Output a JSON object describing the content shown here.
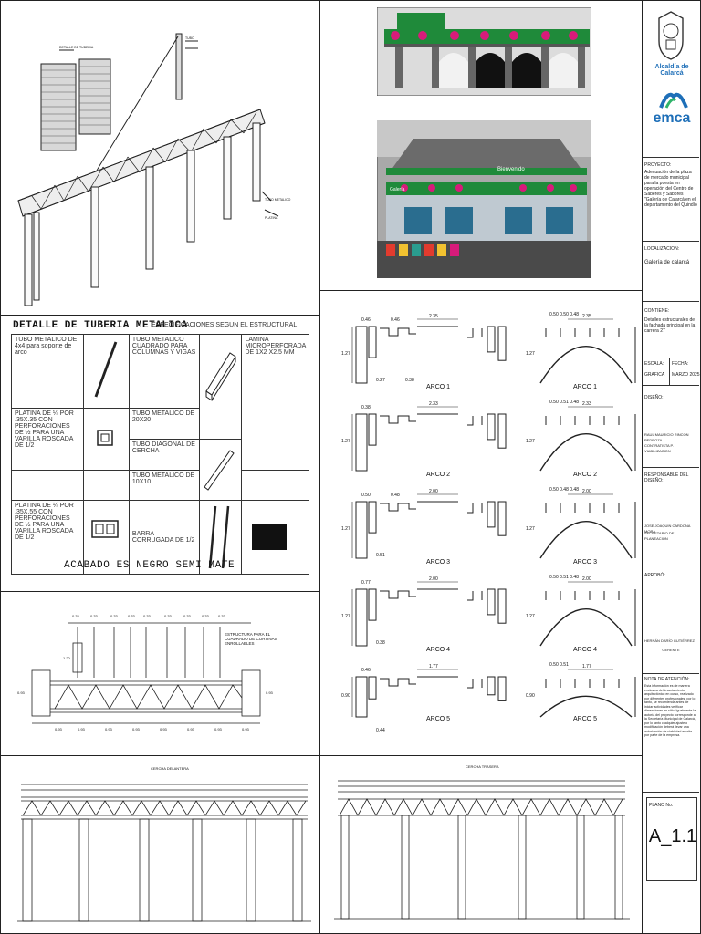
{
  "sheet": {
    "detail_title": "DETALLE DE TUBERIA METALICA",
    "spec_note": "ESPECIFICACIONES SEGUN EL ESTRUCTURAL",
    "finish_note": "ACABADO ES NEGRO SEMI MATE",
    "spec_table": {
      "tubo_arco": "TUBO METALICO DE 4x4 para soporte de arco",
      "tubo_cuadrado": "TUBO METALICO CUADRADO PARA COLUMNAS Y VIGAS",
      "tubo_20": "TUBO METALICO DE 20X20",
      "lamina": "LAMINA MICROPERFORADA DE 1X2 X2.5 MM",
      "platina_1": "PLATINA DE ¼ POR .35X.35 CON PERFORACIONES DE ½ PARA UNA VARILLA ROSCADA DE 1/2",
      "tubo_diagonal": "TUBO DIAGONAL DE CERCHA",
      "tubo_10": "TUBO METALICO DE 10X10",
      "platina_2": "PLATINA DE ¼ POR .35X.55 CON PERFORACIONES DE ½ PARA UNA VARILLA ROSCADA DE 1/2",
      "barra": "BARRA CORRUGADA DE 1/2"
    },
    "estructura_note": "ESTRUCTURA PARA EL CUADRADO DE CORTINAS ENROLLABLES",
    "vista_1": "CERCHA DELANTERA",
    "vista_2": "CERCHA TRASERA",
    "render_labels": [
      "Bienvenido",
      "Galería"
    ],
    "arcos": [
      {
        "label": "ARCO 1",
        "dim_top": "2.35",
        "dim_left": "1.27",
        "small": [
          "0.46",
          "0.27",
          "0.46",
          "0.38"
        ],
        "right_top": [
          "0.50",
          "0.50",
          "0.48"
        ],
        "right_span": "2.35",
        "right_h": "1.27"
      },
      {
        "label": "ARCO 2",
        "dim_top": "2.33",
        "dim_left": "1.27",
        "small": [
          "0.38"
        ],
        "right_top": [
          "0.50",
          "0.51",
          "0.48"
        ],
        "right_span": "2.33",
        "right_h": "1.27"
      },
      {
        "label": "ARCO 3",
        "dim_top": "2.00",
        "dim_left": "1.27",
        "small": [
          "0.50",
          "0.51",
          "0.48"
        ],
        "right_top": [
          "0.50",
          "0.48",
          "0.48"
        ],
        "right_span": "2.00",
        "right_h": "1.27"
      },
      {
        "label": "ARCO 4",
        "dim_top": "2.00",
        "dim_left": "1.27",
        "small": [
          "0.77",
          "0.38"
        ],
        "right_top": [
          "0.50",
          "0.51",
          "0.48"
        ],
        "right_span": "2.00",
        "right_h": "1.27"
      },
      {
        "label": "ARCO 5",
        "dim_top": "1.77",
        "dim_left": "0.90",
        "small": [
          "0.46",
          "0.44"
        ],
        "right_top": [
          "0.50",
          "0.51"
        ],
        "right_span": "1.77",
        "right_h": "0.90"
      }
    ]
  },
  "title_block": {
    "entity": "Alcaldía de Calarcá",
    "logo_text": "emca",
    "proyecto_h": "PROYECTO:",
    "proyecto": "Adecuación de la plaza de mercado municipal para la puesta en operación del Centro de Saberes y Sabores \"Galería de Calarcá en el departamento del Quindío",
    "localizacion_h": "LOCALIZACION:",
    "localizacion": "Galería de calarcá",
    "contiene_h": "CONTIENE:",
    "contiene": "Detalles estructurales de la fachada principal en la carrera 27",
    "escala_h": "ESCALA:",
    "escala": "GRAFICA",
    "fecha_h": "FECHA:",
    "fecha": "MARZO 2025",
    "diseno_h": "DISEÑO:",
    "disenador": "RAUL MAURICIO RINCON PEDROZA",
    "disenador_cargo": "CONTRATISTA   P. VIABILIZACION",
    "responsable_h": "RESPONSABLE DEL DISEÑO:",
    "responsable": "JOSE JOAQUIN CARDONA MORA",
    "responsable_cargo": "SECRETARIO DE PLANEACION",
    "aprobo_h": "APROBÓ:",
    "aprobo": "HERNÁN DARÍO GUTIÉRREZ",
    "aprobo_cargo": "GERENTE",
    "nota_h": "NOTA DE ATENCIÓN:",
    "nota": "Esta información es de manera exclusiva del levantamiento arquitectónico en curso, realizado por diferentes profesionales, por lo tanto, se recomienda antes de iniciar actividades verificar dimensiones en sitio. Igualmente la autoría del proyecto corresponde a la Secretaría Municipal de Calarcá, por lo tanto cualquier ajuste o modificación deberá llevar una autorización de viabilidad escrita por parte de la empresa.",
    "plano_h": "PLANO No.",
    "plano": "A_1.1"
  },
  "colors": {
    "line": "#222222",
    "mural_green": "#1f8a3a",
    "mural_pink": "#d81b7a",
    "emca_blue": "#1e6fb8"
  }
}
